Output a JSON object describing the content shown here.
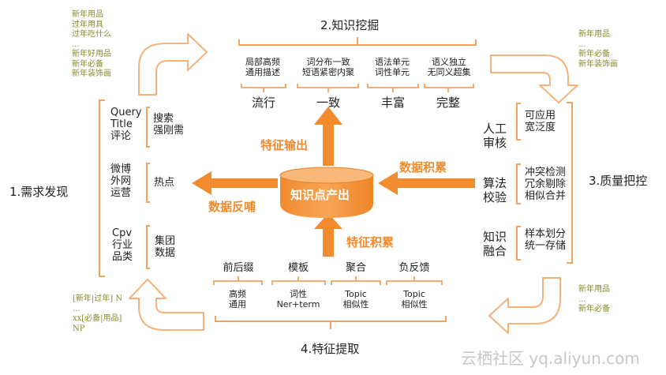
{
  "steps": {
    "discovery": "1.需求发现",
    "mining": "2.知识挖掘",
    "quality": "3.质量把控",
    "extraction": "4.特征提取"
  },
  "center": {
    "label": "知识点产出"
  },
  "arrows": {
    "output": "特征输出",
    "feedback": "数据反哺",
    "accumulate_right": "数据积累",
    "accumulate_bottom": "特征积累"
  },
  "left": {
    "rows": [
      {
        "sources": [
          "Query",
          "Title",
          "评论"
        ],
        "result": [
          "搜索",
          "强刚需"
        ]
      },
      {
        "sources": [
          "微博",
          "外网",
          "运营"
        ],
        "result": [
          "热点"
        ]
      },
      {
        "sources": [
          "Cpv",
          "行业",
          "品类"
        ],
        "result": [
          "集团",
          "数据"
        ]
      }
    ]
  },
  "mining": {
    "items": [
      {
        "desc": [
          "局部高频",
          "通用描述"
        ],
        "label": "流行"
      },
      {
        "desc": [
          "词分布一致",
          "短语紧密内聚"
        ],
        "label": "一致"
      },
      {
        "desc": [
          "语法单元",
          "词性单元"
        ],
        "label": "丰富"
      },
      {
        "desc": [
          "语义独立",
          "无同义超集"
        ],
        "label": "完整"
      }
    ]
  },
  "quality": {
    "rows": [
      {
        "method": [
          "人工",
          "审核"
        ],
        "detail": [
          "可应用",
          "宽泛度"
        ]
      },
      {
        "method": [
          "算法",
          "校验"
        ],
        "detail": [
          "冲突检测",
          "冗余剔除",
          "相似合并"
        ]
      },
      {
        "method": [
          "知识",
          "融合"
        ],
        "detail": [
          "样本划分",
          "统一存储"
        ]
      }
    ]
  },
  "extraction": {
    "items": [
      {
        "label": "前后缀",
        "desc": [
          "高频",
          "通用"
        ]
      },
      {
        "label": "模板",
        "desc": [
          "词性",
          "Ner+term"
        ]
      },
      {
        "label": "聚合",
        "desc": [
          "Topic",
          "相似性"
        ]
      },
      {
        "label": "负反馈",
        "desc": [
          "Topic",
          "相似性"
        ]
      }
    ]
  },
  "annotations": {
    "top_left": [
      "新年用品",
      "过年用具",
      "过年吃什么",
      "...",
      "新年好用品",
      "新年必备",
      "新年装饰画"
    ],
    "top_right": [
      "新年用品",
      "...",
      "新年必备",
      "新年装饰画"
    ],
    "bottom_right": [
      "新年用品",
      "...",
      "新年必备"
    ],
    "bottom_left": [
      "[新年|过年] N",
      "...",
      "xx[必备|用品]",
      "NP"
    ]
  },
  "watermark": "云栖社区 yq.aliyun.com",
  "colors": {
    "accent": "#f28a2e",
    "bracket": "#f3a35c",
    "annotation": "#8a8a2e"
  }
}
